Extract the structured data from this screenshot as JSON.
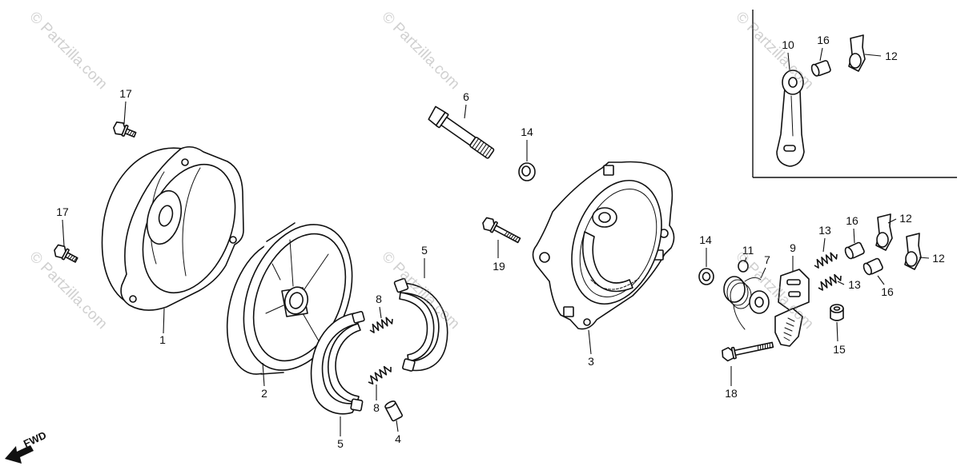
{
  "callouts": [
    "17",
    "17",
    "1",
    "2",
    "5",
    "5",
    "8",
    "8",
    "4",
    "6",
    "14",
    "19",
    "3",
    "14",
    "11",
    "7",
    "9",
    "13",
    "16",
    "12",
    "12",
    "13",
    "16",
    "15",
    "18",
    "10",
    "16",
    "12"
  ],
  "direction_label": "FWD",
  "watermark_text": "© Partzilla.com"
}
